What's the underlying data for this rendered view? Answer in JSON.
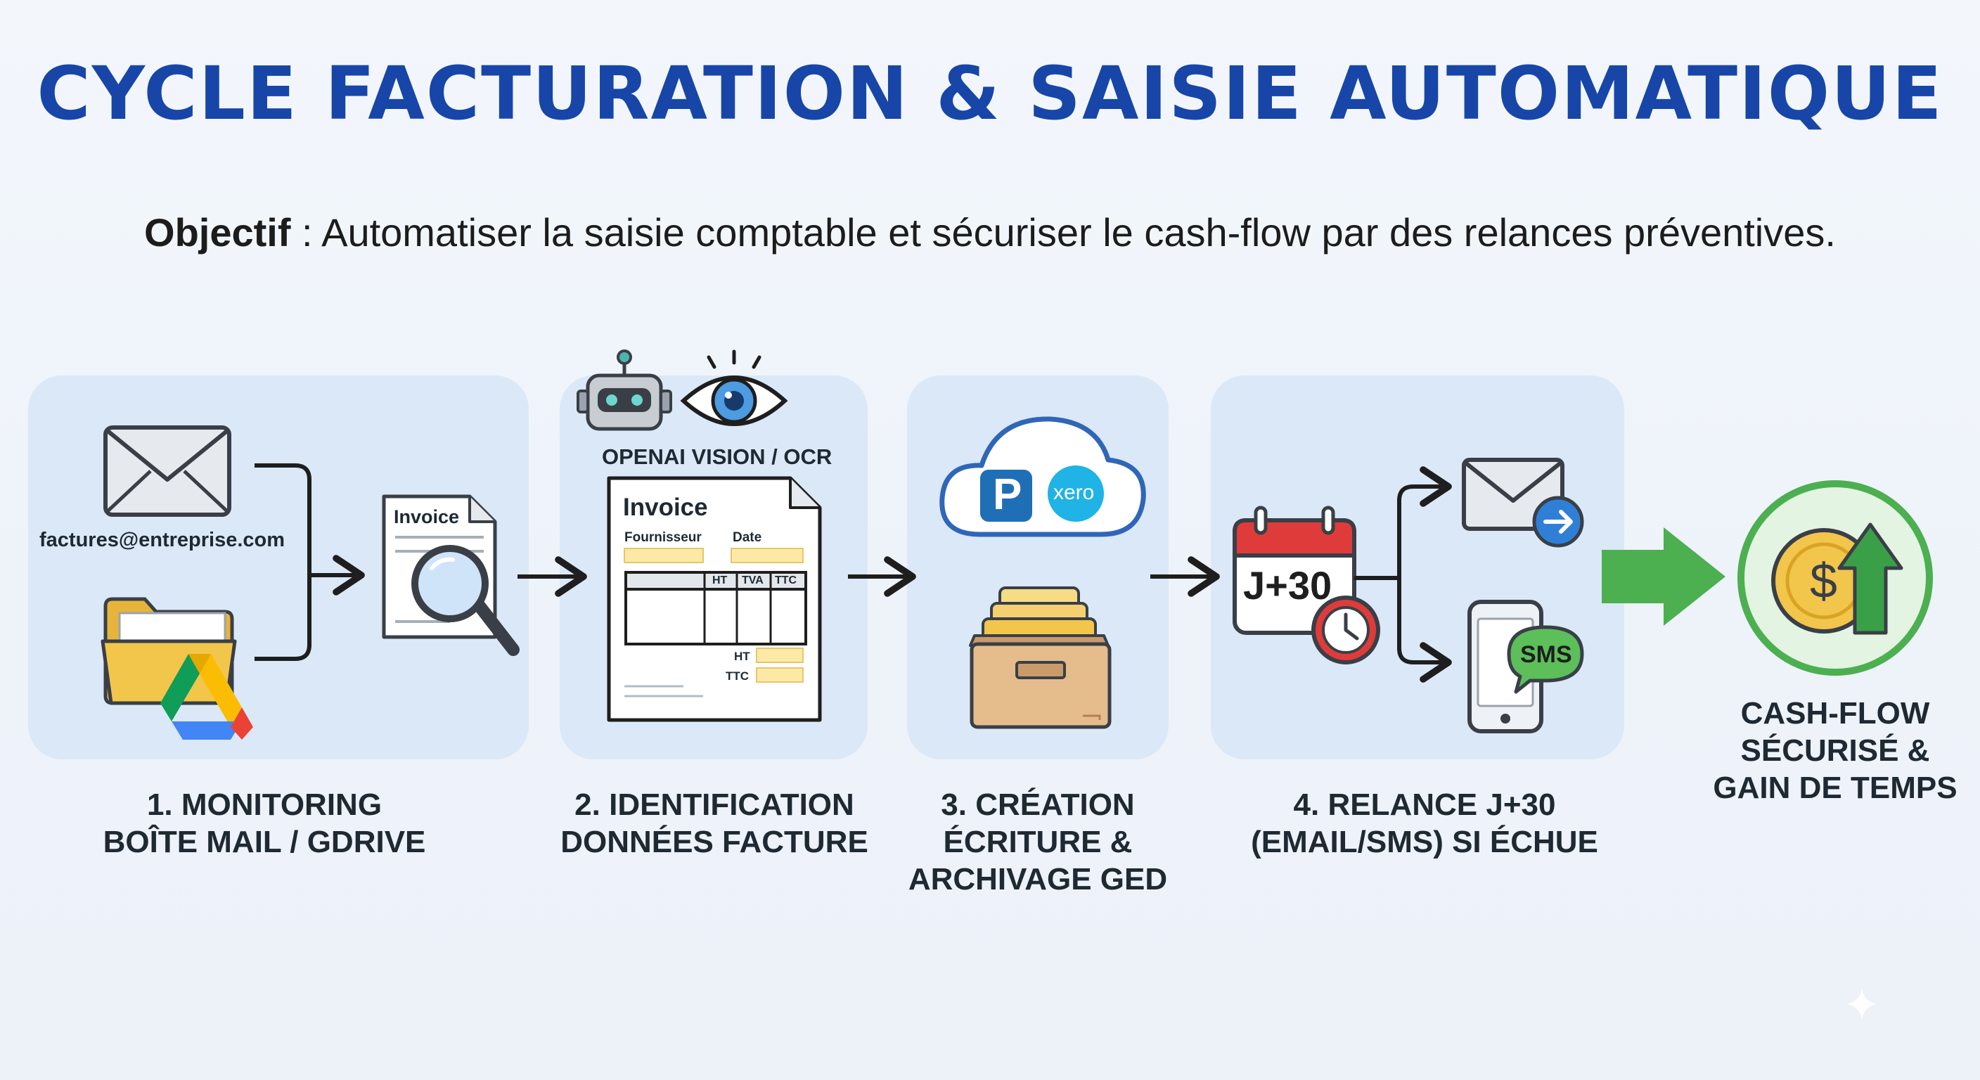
{
  "title": "CYCLE FACTURATION & SAISIE AUTOMATIQUE",
  "objective": {
    "label": "Objectif",
    "text": " : Automatiser la saisie comptable et sécuriser le cash-flow par des relances préventives."
  },
  "steps": [
    {
      "line1": "1. MONITORING",
      "line2": "BOÎTE MAIL / GDRIVE"
    },
    {
      "line1": "2. IDENTIFICATION",
      "line2": "DONNÉES FACTURE"
    },
    {
      "line1": "3. CRÉATION",
      "line2": "ÉCRITURE &",
      "line3": "ARCHIVAGE GED"
    },
    {
      "line1": "4. RELANCE J+30",
      "line2": "(EMAIL/SMS) SI ÉCHUE"
    }
  ],
  "result": {
    "line1": "CASH-FLOW",
    "line2": "SÉCURISÉ &",
    "line3": "GAIN DE TEMPS"
  },
  "email_address": "factures@entreprise.com",
  "ocr_label": "OPENAI VISION / OCR",
  "invoice_small": {
    "title": "Invoice"
  },
  "invoice_large": {
    "title": "Invoice",
    "supplier_label": "Fournisseur",
    "date_label": "Date",
    "col_ht": "HT",
    "col_tva": "TVA",
    "col_ttc": "TTC",
    "total_ht": "HT",
    "total_ttc": "TTC"
  },
  "xero_logo": "xero",
  "pennylane_logo": "P",
  "calendar_text": "J+30",
  "sms_text": "SMS",
  "currency_symbol": "$",
  "colors": {
    "title": "#1746a8",
    "panel": "#dbe8f7",
    "green": "#4caf50",
    "folder": "#f2c54b",
    "highlight": "#fde9a6",
    "calendar_red": "#e03b3b",
    "blue_accent": "#2f7fd6"
  }
}
